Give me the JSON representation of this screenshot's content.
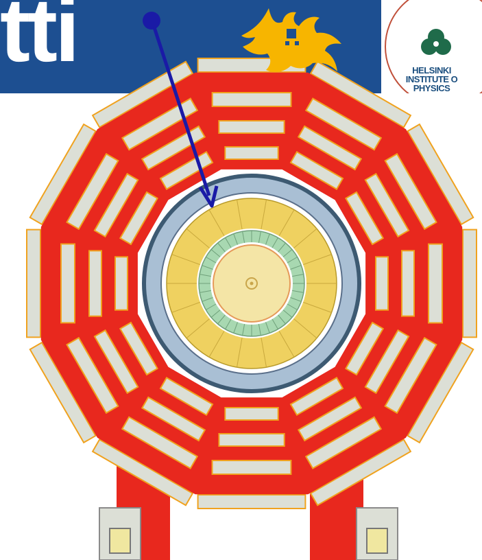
{
  "banner": {
    "title": "tti",
    "bg_color": "#1d4f91"
  },
  "logos": {
    "university": {
      "icon": "flame-icon",
      "color": "#f7b500"
    },
    "institute": {
      "icon": "trefoil-icon",
      "lines": [
        "HELSINKI",
        "INSTITUTE O",
        "PHYSICS"
      ],
      "text_color": "#1a4e7e"
    }
  },
  "detector": {
    "colors": {
      "return_yoke": "#e8281e",
      "muon_chambers": "#dcdfd6",
      "solenoid": "#a9bfd4",
      "hcal": "#efd160",
      "ecal": "#a8d8b1",
      "tracker": "#f4e5a6"
    }
  },
  "arrow": {
    "color": "#1a1aa6"
  }
}
